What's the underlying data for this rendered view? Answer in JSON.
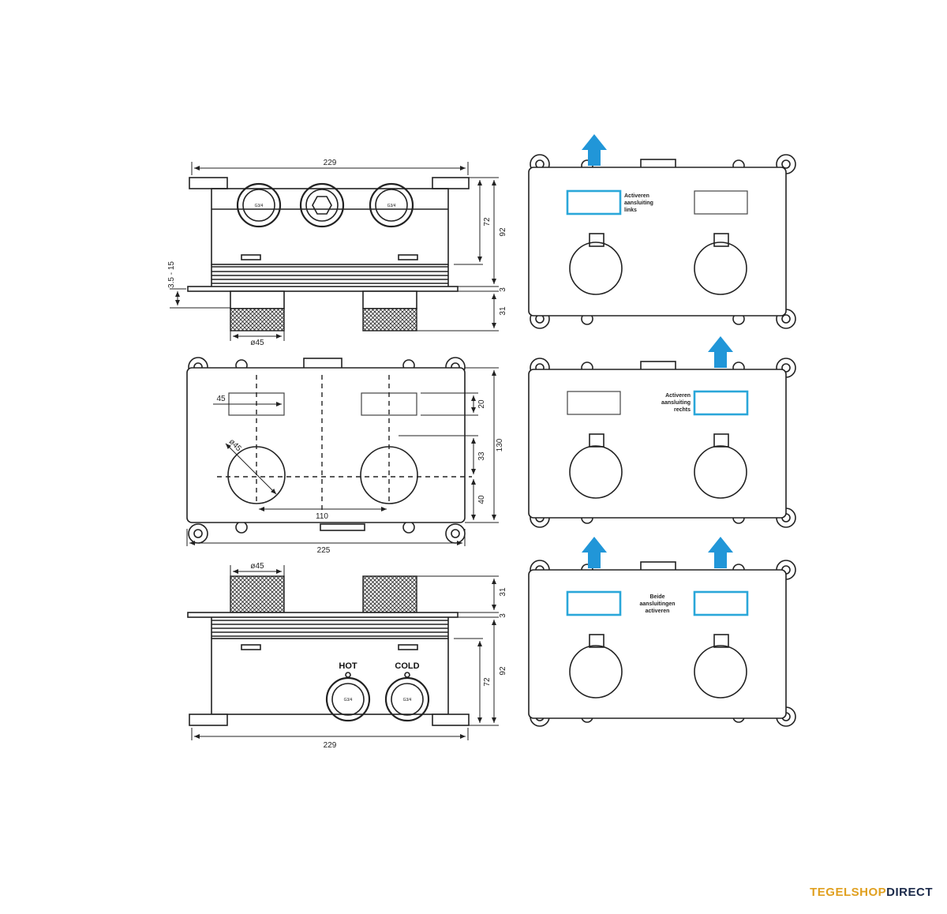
{
  "dimensions": {
    "top_width": "229",
    "top_h72": "72",
    "top_h92": "92",
    "top_h3": "3",
    "top_h31": "31",
    "top_adjust": "3.5 - 15",
    "top_dia": "ø45",
    "front_45": "45",
    "front_20": "20",
    "front_33": "33",
    "front_40": "40",
    "front_130": "130",
    "front_110": "110",
    "front_225": "225",
    "front_dia": "ø45",
    "bottom_dia": "ø45",
    "bottom_31": "31",
    "bottom_3": "3",
    "bottom_72": "72",
    "bottom_92": "92",
    "bottom_width": "229"
  },
  "port_labels": {
    "g34": "G3/4"
  },
  "labels": {
    "hot": "HOT",
    "cold": "COLD"
  },
  "notes": {
    "left_1": "Activeren",
    "left_2": "aansluiting",
    "left_3": "links",
    "right_1": "Activeren",
    "right_2": "aansluiting",
    "right_3": "rechts",
    "both_1": "Beide",
    "both_2": "aansluitingen",
    "both_3": "activeren"
  },
  "colors": {
    "highlight": "#2aa7d9",
    "arrow": "#2196d8"
  },
  "brand": {
    "part1": "TEGELSHOP",
    "part2": "DIRECT"
  }
}
